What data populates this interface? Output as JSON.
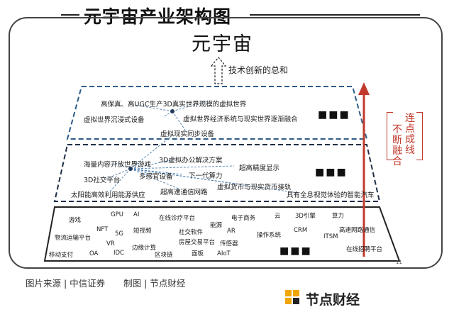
{
  "page_title": "元宇宙产业架构图",
  "apex": {
    "label": "元宇宙",
    "caption": "技术创新的总和"
  },
  "tiers": {
    "top": {
      "labels": [
        "高保真、高UGC生产3D真实世界规模的虚拟世界",
        "虚拟世界沉浸式设备",
        "虚拟世界经济系统与现实世界逐渐融合",
        "虚拟现实同步设备"
      ],
      "more": "■■■"
    },
    "middle": {
      "labels": [
        "海量内容开放世界游戏",
        "3D虚拟办公解决方案",
        "3D社交平台",
        "多感官设备",
        "下一代算力",
        "超高精度显示",
        "太阳能高效利用能源供应",
        "超高速通信网路",
        "虚拟货币与现实货币接轨",
        "具有全息视觉体验的智能汽车"
      ],
      "more": "■■■"
    },
    "bottom": {
      "labels": [
        "游戏",
        "GPU",
        "AI",
        "在线诊疗平台",
        "电子商务",
        "云",
        "3D引擎",
        "算力",
        "NFT",
        "5G",
        "短视频",
        "能源",
        "物流运输平台",
        "社交软件",
        "AR",
        "操作系统",
        "CRM",
        "高速网路通信",
        "VR",
        "ITSM",
        "边缘计算",
        "房屋交易平台",
        "传感器",
        "移动支付",
        "OA",
        "IDC",
        "区块链",
        "面板",
        "AIoT",
        "在线招聘平台"
      ],
      "more": "■■■"
    }
  },
  "side_label": {
    "left": "不断融合",
    "right": "连点成线"
  },
  "page_number": "11",
  "source": {
    "data_source": "图片来源 | 中信证券",
    "made_by": "制图 | 节点财经"
  },
  "brand": {
    "name": "节点财经"
  },
  "colors": {
    "tier_border": "#2d5c88",
    "accent_red": "#c0392b",
    "logo_yellow": "#f0a500",
    "node": "#1e3a5c"
  }
}
